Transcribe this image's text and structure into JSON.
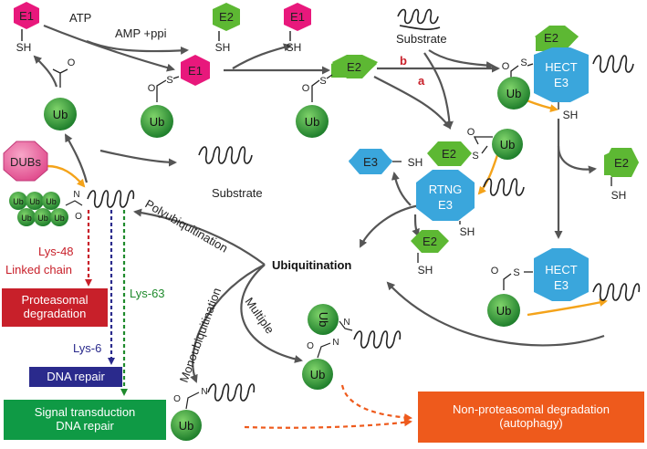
{
  "labels": {
    "e1": "E1",
    "e2": "E2",
    "e3": "E3",
    "hect": "HECT",
    "rtng": "RTNG",
    "ub": "Ub",
    "sh": "SH",
    "s": "S",
    "o": "O",
    "n": "N",
    "atp": "ATP",
    "amp": "AMP +ppi",
    "substrate": "Substrate",
    "dubs": "DUBs",
    "path_a": "a",
    "path_b": "b",
    "ubiquitination": "Ubiquitination",
    "polyubiquitination": "Polyubiquitination",
    "monoubiquitination": "Monoubiquitination",
    "multiple": "Multiple",
    "lys48_line1": "Lys-48",
    "lys48_line2": "Linked chain",
    "lys6": "Lys-6",
    "lys63": "Lys-63"
  },
  "outcomes": {
    "proteasomal_line1": "Proteasomal",
    "proteasomal_line2": "degradation",
    "dna_repair": "DNA repair",
    "signal_line1": "Signal transduction",
    "signal_line2": "DNA repair",
    "nonprot_line1": "Non-proteasomal degradation",
    "nonprot_line2": "(autophagy)"
  },
  "colors": {
    "e1": "#e8187c",
    "e2": "#5db833",
    "e3": "#3aa6dc",
    "ub": "#2e9b3a",
    "dubs": "#e85b9a",
    "arrow": "#555555",
    "orange": "#f4a31a",
    "red": "#c8202a",
    "navy": "#2a2a8c",
    "green_box": "#0f9a45",
    "orange_box": "#ee5a1c",
    "red_label": "#c8202a",
    "green_label": "#1f8a2c"
  }
}
